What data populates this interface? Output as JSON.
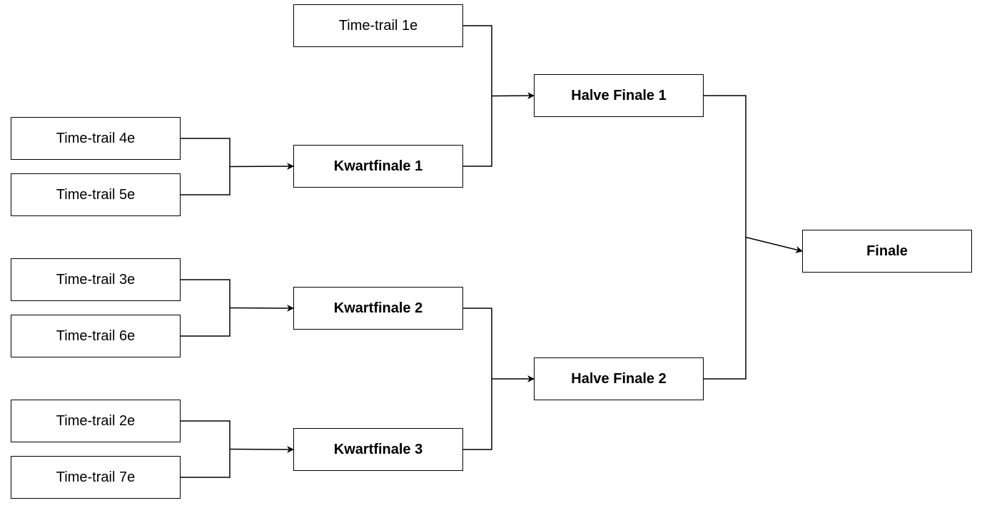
{
  "bracket": {
    "time_trials": {
      "tt1": "Time-trail 1e",
      "tt2": "Time-trail 2e",
      "tt3": "Time-trail 3e",
      "tt4": "Time-trail 4e",
      "tt5": "Time-trail 5e",
      "tt6": "Time-trail 6e",
      "tt7": "Time-trail 7e"
    },
    "quarterfinals": {
      "kf1": "Kwartfinale 1",
      "kf2": "Kwartfinale 2",
      "kf3": "Kwartfinale 3"
    },
    "semifinals": {
      "hf1": "Halve Finale 1",
      "hf2": "Halve Finale 2"
    },
    "final": "Finale"
  },
  "colors": {
    "stroke": "#000000",
    "fill": "#ffffff",
    "text": "#000000"
  },
  "advancement": [
    {
      "from": [
        "tt4",
        "tt5"
      ],
      "to": "kf1"
    },
    {
      "from": [
        "tt3",
        "tt6"
      ],
      "to": "kf2"
    },
    {
      "from": [
        "tt2",
        "tt7"
      ],
      "to": "kf3"
    },
    {
      "from": [
        "tt1",
        "kf1"
      ],
      "to": "hf1"
    },
    {
      "from": [
        "kf2",
        "kf3"
      ],
      "to": "hf2"
    },
    {
      "from": [
        "hf1",
        "hf2"
      ],
      "to": "final"
    }
  ]
}
